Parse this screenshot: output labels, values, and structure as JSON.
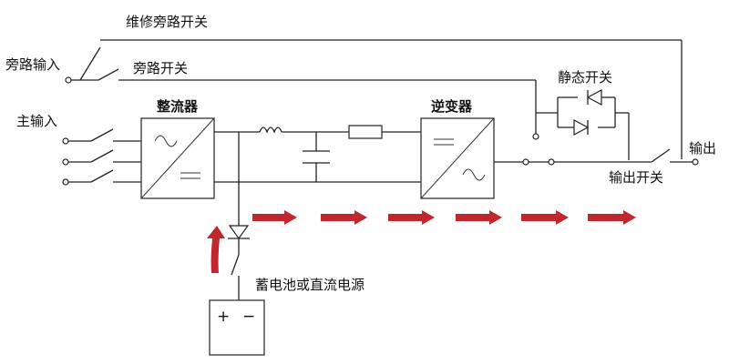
{
  "labels": {
    "maintenance_bypass_switch": "维修旁路开关",
    "bypass_input": "旁路输入",
    "bypass_switch": "旁路开关",
    "static_switch": "静态开关",
    "main_input": "主输入",
    "rectifier": "整流器",
    "inverter": "逆变器",
    "output": "输出",
    "output_switch": "输出开关",
    "battery_source": "蓄电池或直流电源",
    "battery_plus": "+",
    "battery_minus": "−"
  },
  "colors": {
    "line": "#222222",
    "arrow": "#c0282d"
  },
  "icons": {
    "ac_symbol": "sine-wave-icon",
    "dc_symbol": "double-line-icon",
    "diode": "diode-icon"
  }
}
